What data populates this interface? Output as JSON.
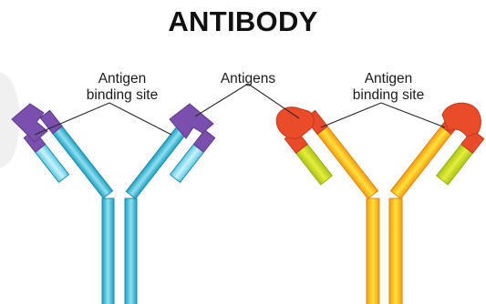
{
  "title": "ANTIBODY",
  "labels": {
    "left_line1": "Antigen",
    "left_line2": "binding site",
    "middle": "Antigens",
    "right_line1": "Antigen",
    "right_line2": "binding site"
  },
  "colors": {
    "background": "#ffffff",
    "title": "#111111",
    "leader_line": "#2a2a2a",
    "left_antibody_chain": "#29b0cf",
    "left_antibody_chain_light": "#8fe0f0",
    "left_antigen_site": "#7b4fae",
    "right_antibody_chain": "#f2a51b",
    "right_antibody_chain_light": "#ffe23a",
    "right_light_chain": "#c9d91f",
    "right_antigen_site": "#e84a2a"
  }
}
